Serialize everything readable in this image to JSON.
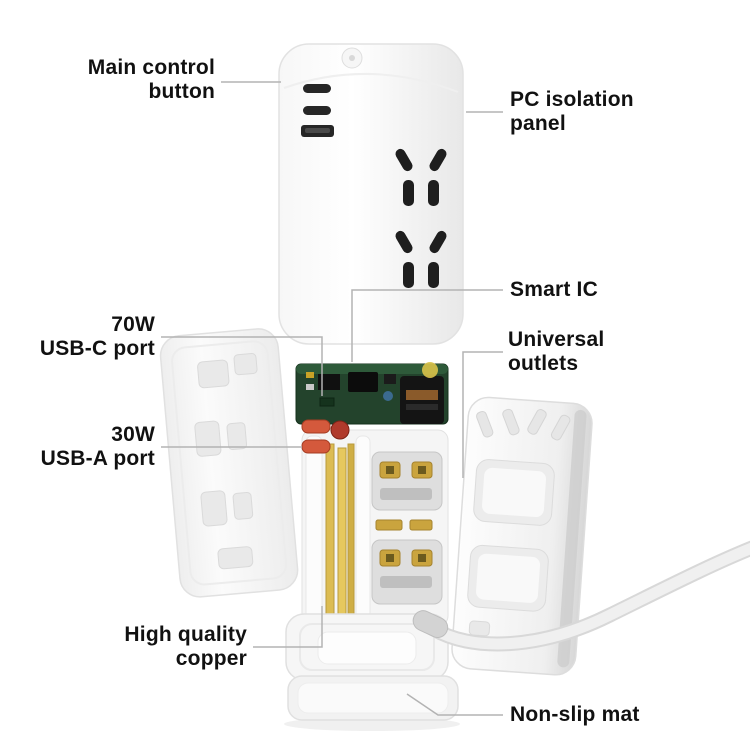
{
  "labels": {
    "main_control": {
      "lines": [
        "Main control",
        "button"
      ]
    },
    "pc_isolation": {
      "lines": [
        "PC isolation",
        "panel"
      ]
    },
    "smart_ic": {
      "lines": [
        "Smart IC"
      ]
    },
    "usb_c": {
      "lines": [
        "70W",
        "USB-C port"
      ]
    },
    "universal": {
      "lines": [
        "Universal",
        "outlets"
      ]
    },
    "usb_a": {
      "lines": [
        "30W",
        "USB-A port"
      ]
    },
    "copper": {
      "lines": [
        "High quality",
        "copper"
      ]
    },
    "non_slip_mat": {
      "lines": [
        "Non-slip mat"
      ]
    }
  },
  "style": {
    "background": "#ffffff",
    "label_color": "#111111",
    "leader_line_color": "#b3b3b3",
    "pcb_green": "#23432c",
    "copper_gold": "#dcbc52",
    "highlight_port_orange": "#d4593c"
  },
  "parts": {
    "tower": "power-strip-tower",
    "pcb": "circuit-board",
    "assembly": "internal-assembly",
    "left_shell": "left-shell-panel",
    "right_shell": "right-shell-panel",
    "base": "base",
    "mat": "non-slip-mat",
    "cable": "power-cable"
  }
}
